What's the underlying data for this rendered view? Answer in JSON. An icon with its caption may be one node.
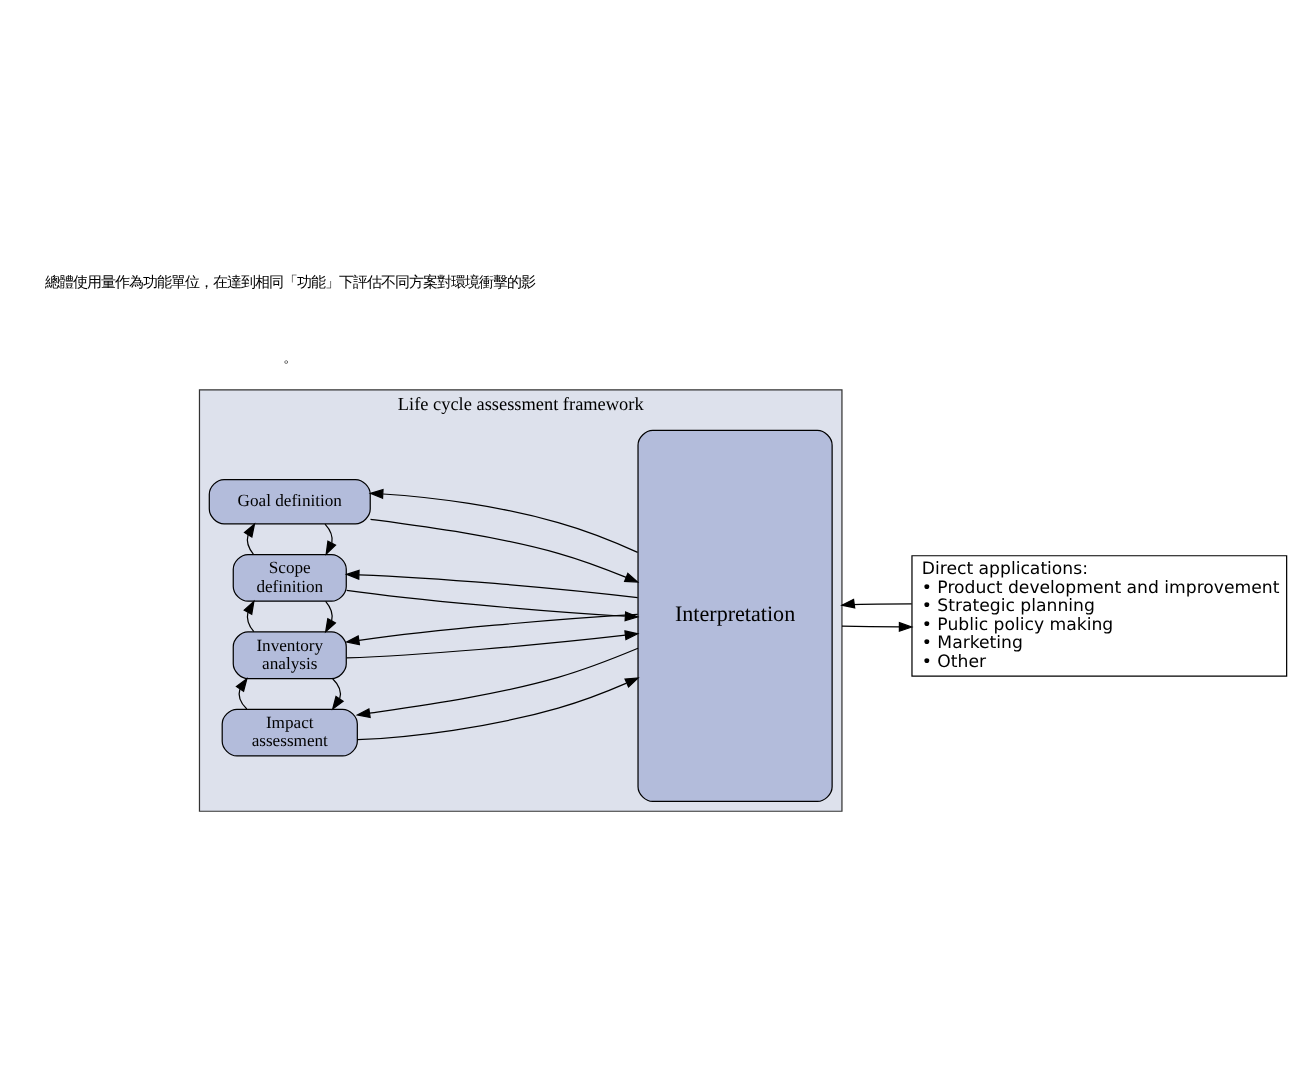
{
  "diagram": {
    "nodes": [
      {
        "text": [
          "Life cycle assessment framework"
        ]
      },
      {
        "text": [
          "Goal definition"
        ],
        "in": 0
      },
      {
        "text": [
          "Scope definition"
        ],
        "in": 0
      },
      {
        "text": [
          "Inventory analysis"
        ],
        "in": 0
      },
      {
        "text": [
          "Impact assessment"
        ],
        "in": 0
      },
      {
        "text": [
          "Interpretation"
        ],
        "in": 0
      },
      {
        "text": [
          "Direct applications:",
          "• Product development and improvement",
          "• Strategic planning",
          "• Public policy making",
          "• Marketing",
          "• Other"
        ]
      }
    ],
    "edges": [
      {
        "from": 1,
        "to": 5,
        "arrow": "to"
      },
      {
        "from": 5,
        "to": 1,
        "arrow": "to"
      },
      {
        "from": 1,
        "to": 2,
        "arrow": "to"
      },
      {
        "from": 2,
        "to": 1,
        "arrow": "to"
      },
      {
        "from": 2,
        "to": 5,
        "arrow": "to"
      },
      {
        "from": 5,
        "to": 2,
        "arrow": "to"
      },
      {
        "from": 2,
        "to": 3,
        "arrow": "to"
      },
      {
        "from": 3,
        "to": 2,
        "arrow": "to"
      },
      {
        "from": 3,
        "to": 5,
        "arrow": "to"
      },
      {
        "from": 5,
        "to": 3,
        "arrow": "to"
      },
      {
        "from": 3,
        "to": 4,
        "arrow": "to"
      },
      {
        "from": 4,
        "to": 3,
        "arrow": "to"
      },
      {
        "from": 4,
        "to": 5,
        "arrow": "to"
      },
      {
        "from": 5,
        "to": 4,
        "arrow": "to"
      },
      {
        "from": 0,
        "to": 6,
        "arrow": "to"
      },
      {
        "from": 6,
        "to": 0,
        "arrow": "to"
      }
    ],
    "labels": [
      "總體使用量作為功能單位，在達到相同「功能」下評估不同方案對環境衝擊的影",
      "。"
    ]
  }
}
